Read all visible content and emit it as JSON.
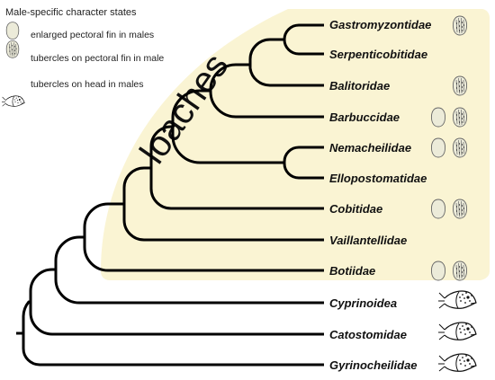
{
  "legend": {
    "title": "Male-specific character states",
    "items": [
      {
        "icon": "pectoral-fin-plain-icon",
        "label": "enlarged pectoral fin in males"
      },
      {
        "icon": "pectoral-fin-tubercles-icon",
        "label": "tubercles on pectoral fin in male"
      },
      {
        "icon": "fish-head-tubercles-icon",
        "label": "tubercles on head in males"
      }
    ]
  },
  "clade": {
    "label": "loaches",
    "color": "#faf4d3"
  },
  "taxa": [
    {
      "name": "Gastromyzontidae",
      "icons": [
        "pectoral-fin-tubercles-icon"
      ]
    },
    {
      "name": "Serpenticobitidae",
      "icons": []
    },
    {
      "name": "Balitoridae",
      "icons": [
        "pectoral-fin-tubercles-icon"
      ]
    },
    {
      "name": "Barbuccidae",
      "icons": [
        "pectoral-fin-plain-icon",
        "pectoral-fin-tubercles-icon"
      ]
    },
    {
      "name": "Nemacheilidae",
      "icons": [
        "pectoral-fin-plain-icon",
        "pectoral-fin-tubercles-icon"
      ]
    },
    {
      "name": "Ellopostomatidae",
      "icons": []
    },
    {
      "name": "Cobitidae",
      "icons": [
        "pectoral-fin-plain-icon",
        "pectoral-fin-tubercles-icon"
      ]
    },
    {
      "name": "Vaillantellidae",
      "icons": []
    },
    {
      "name": "Botiidae",
      "icons": [
        "pectoral-fin-plain-icon",
        "pectoral-fin-tubercles-icon"
      ]
    },
    {
      "name": "Cyprinoidea",
      "icons": [
        "fish-head-tubercles-icon"
      ]
    },
    {
      "name": "Catostomidae",
      "icons": [
        "fish-head-tubercles-icon"
      ]
    },
    {
      "name": "Gyrinocheilidae",
      "icons": [
        "fish-head-tubercles-icon"
      ]
    }
  ]
}
